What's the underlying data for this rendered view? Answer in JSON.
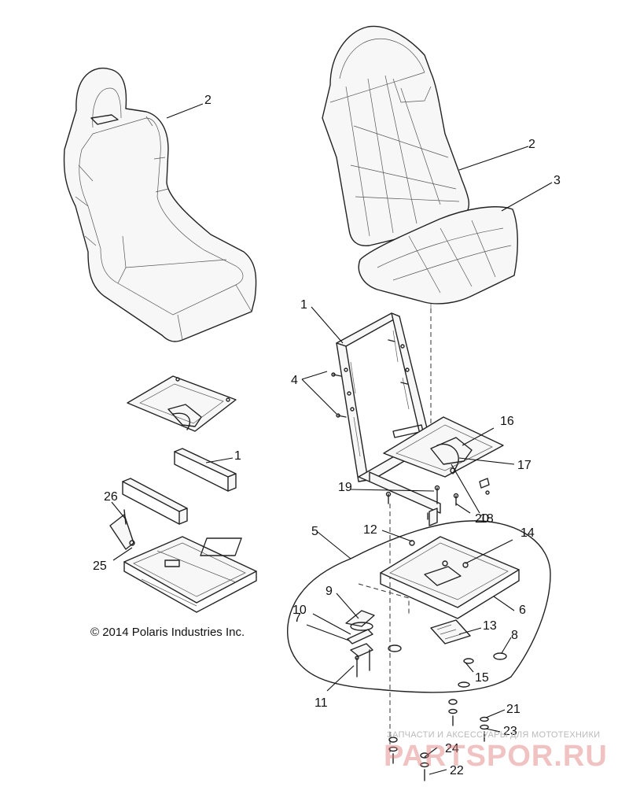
{
  "copyright": "© 2014 Polaris Industries Inc.",
  "watermark": {
    "tagline": "ЗАПЧАСТИ И АКСЕССУАРЫ ДЛЯ МОТОТЕХНИКИ",
    "brand": "PARTSPOR.RU"
  },
  "callouts": {
    "c1a": "1",
    "c1b": "1",
    "c2a": "2",
    "c2b": "2",
    "c3": "3",
    "c4": "4",
    "c5": "5",
    "c6": "6",
    "c7": "7",
    "c8": "8",
    "c9": "9",
    "c10": "10",
    "c11": "11",
    "c12": "12",
    "c13": "13",
    "c14": "14",
    "c15": "15",
    "c16": "16",
    "c17": "17",
    "c18": "18",
    "c19": "19",
    "c20": "20",
    "c21": "21",
    "c22": "22",
    "c23": "23",
    "c24": "24",
    "c25": "25",
    "c26": "26"
  }
}
